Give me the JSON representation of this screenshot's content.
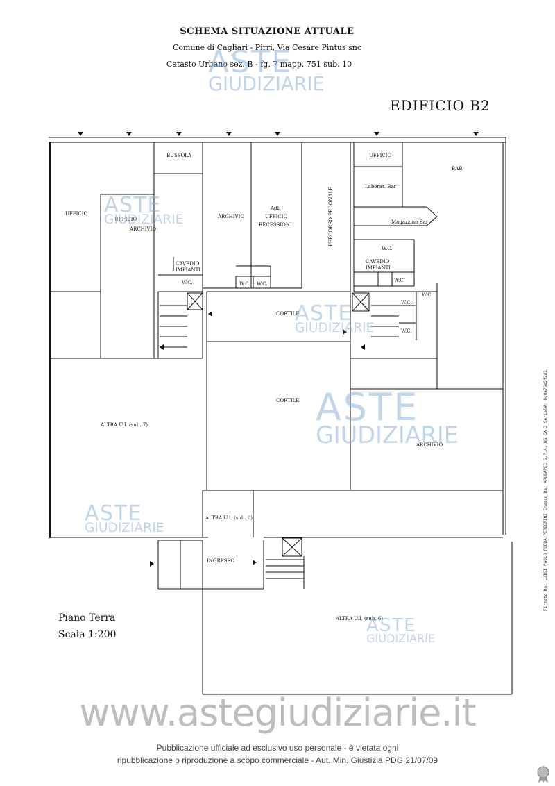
{
  "header": {
    "title": "SCHEMA SITUAZIONE ATTUALE",
    "location": "Comune di Cagliari - Pirri, Via Cesare Pintus snc",
    "cadastre": "Catasto Urbano sez. B - fg. 7 mapp. 751 sub. 10"
  },
  "building": "EDIFICIO B2",
  "rooms": {
    "bussola": "BUSSOLA",
    "ufficio_left": "UFFICIO",
    "ufficio_archivio_1": "UFFICIO",
    "ufficio_archivio_2": "ARCHIVIO",
    "archivio_top": "ARCHIVIO",
    "adb": "AdB",
    "ufficio_ric_1": "UFFICIO",
    "ufficio_ric_2": "RECESSIONI",
    "percorso": "PERCORSO PEDONALE",
    "ufficio_right": "UFFICIO",
    "bar": "BAR",
    "labora": "Laborat. Bar",
    "magazzino": "Magazzino Bar",
    "wc": "W.C.",
    "cavedio_1": "CAVEDIO",
    "cavedio_2": "IMPIANTI",
    "cortile": "CORTILE",
    "altra_7": "ALTRA U.I. (sub. 7)",
    "archivio_right": "ARCHIVIO",
    "altra_6": "ALTRA U.I. (sub. 6)",
    "ingresso": "INGRESSO"
  },
  "floor_label": "Piano Terra",
  "scale_label": "Scala 1:200",
  "watermark": {
    "line1": "ASTE",
    "line2": "GIUDIZIARIE"
  },
  "site_url": "www.astegiudiziarie.it",
  "footer": {
    "line1": "Pubblicazione ufficiale ad esclusivo uso personale - è vietata ogni",
    "line2": "ripubblicazione o riproduzione a scopo commerciale - Aut. Min. Giustizia PDG 21/07/09"
  },
  "side_text": "Firmato Da: LUIGI PAOLO PODDA PEREGRINI Emesso Da: ARUBAPEC S.P.A. NG CA 3 Serial#: 8c0a76e5f2d1"
}
